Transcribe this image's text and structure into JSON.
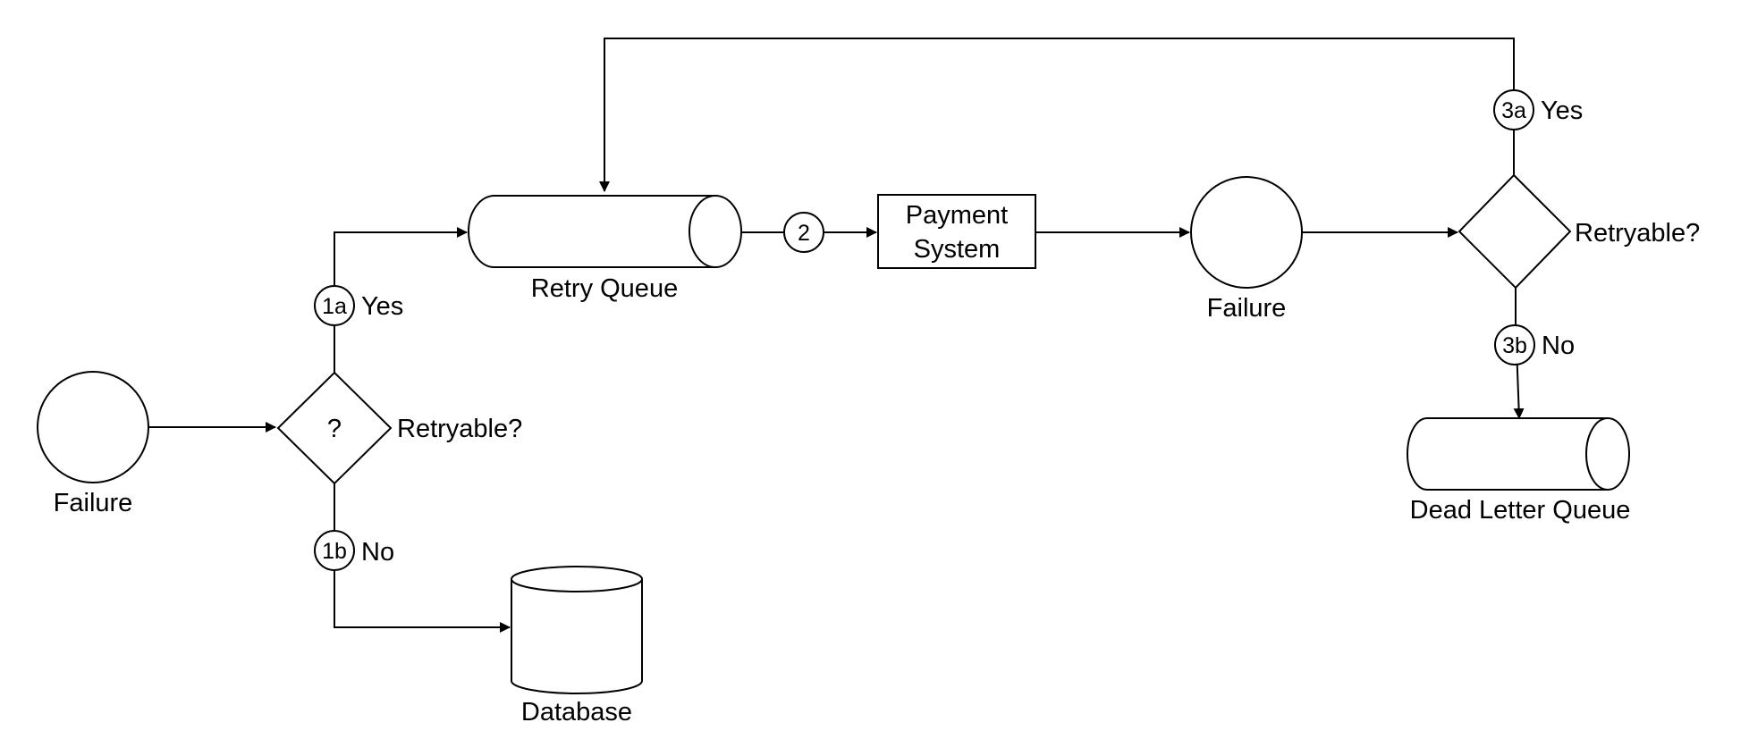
{
  "nodes": {
    "failure_1": "Failure",
    "decision_1_mark": "?",
    "decision_1_label": "Retryable?",
    "retry_queue": "Retry Queue",
    "payment_system_line1": "Payment",
    "payment_system_line2": "System",
    "failure_2": "Failure",
    "decision_2_label": "Retryable?",
    "database": "Database",
    "dead_letter_queue": "Dead Letter Queue"
  },
  "steps": {
    "s1a_badge": "1a",
    "s1a_label": "Yes",
    "s1b_badge": "1b",
    "s1b_label": "No",
    "s2_badge": "2",
    "s3a_badge": "3a",
    "s3a_label": "Yes",
    "s3b_badge": "3b",
    "s3b_label": "No"
  }
}
